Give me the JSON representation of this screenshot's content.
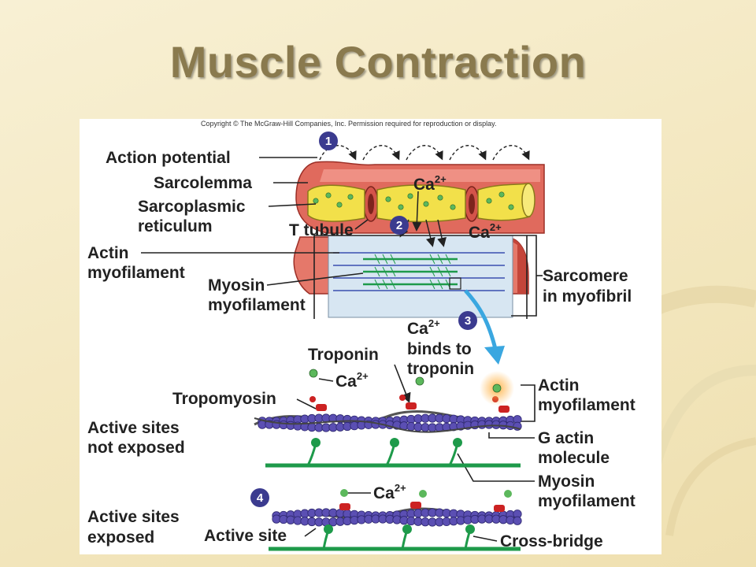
{
  "slide": {
    "title": "Muscle Contraction",
    "colors": {
      "background": "#f5ebc8",
      "title": "#8a7a4e",
      "panel": "#ffffff"
    }
  },
  "figure": {
    "copyright": "Copyright © The McGraw-Hill Companies, Inc. Permission required for reproduction or display.",
    "steps": [
      "1",
      "2",
      "3",
      "4"
    ],
    "labels": {
      "action_potential": "Action potential",
      "sarcolemma": "Sarcolemma",
      "sarcoplasmic_1": "Sarcoplasmic",
      "sarcoplasmic_2": "reticulum",
      "t_tubule": "T tubule",
      "actin_1": "Actin",
      "actin_2": "myofilament",
      "myosin_1": "Myosin",
      "myosin_2": "myofilament",
      "sarcomere_1": "Sarcomere",
      "sarcomere_2": "in myofibril",
      "ca": "Ca",
      "ca_charge": "2+",
      "binds_1": "binds to",
      "binds_2": "troponin",
      "troponin": "Troponin",
      "tropomyosin": "Tropomyosin",
      "active_not_1": "Active sites",
      "active_not_2": "not exposed",
      "actin_myo_1": "Actin",
      "actin_myo_2": "myofilament",
      "g_actin_1": "G actin",
      "g_actin_2": "molecule",
      "myosin_myo_1": "Myosin",
      "myosin_myo_2": "myofilament",
      "active_exp_1": "Active sites",
      "active_exp_2": "exposed",
      "active_site": "Active site",
      "cross_bridge": "Cross-bridge"
    },
    "colors": {
      "membrane": "#d9534a",
      "reticulum": "#f2e04a",
      "calcium": "#5cb85c",
      "sarcomere_box": "#cfe0ef",
      "actin": "#4b3f9e",
      "myosin": "#1e9a4a",
      "troponin": "#cc2222",
      "step_badge": "#3b3b8f",
      "arrow": "#3aa7e0"
    }
  }
}
